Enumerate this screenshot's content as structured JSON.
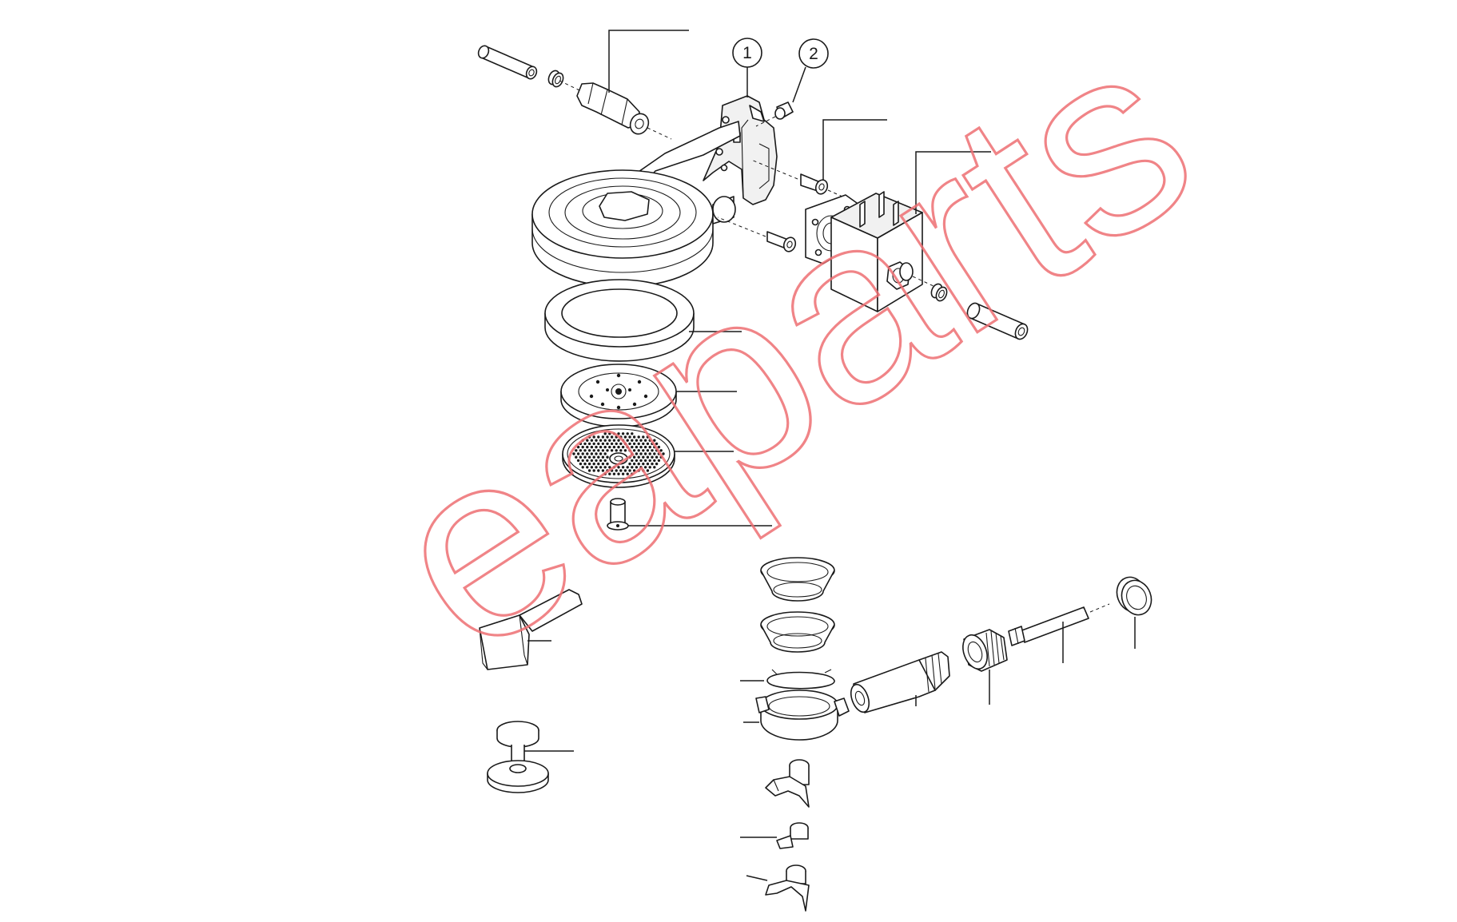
{
  "diagram": {
    "callouts": [
      {
        "id": "callout-1",
        "label": "1"
      },
      {
        "id": "callout-2",
        "label": "2"
      }
    ]
  },
  "watermark": {
    "text": "eaparts",
    "color": "#ee6f73"
  },
  "colors": {
    "line": "#1a1a1a",
    "background": "#ffffff"
  }
}
